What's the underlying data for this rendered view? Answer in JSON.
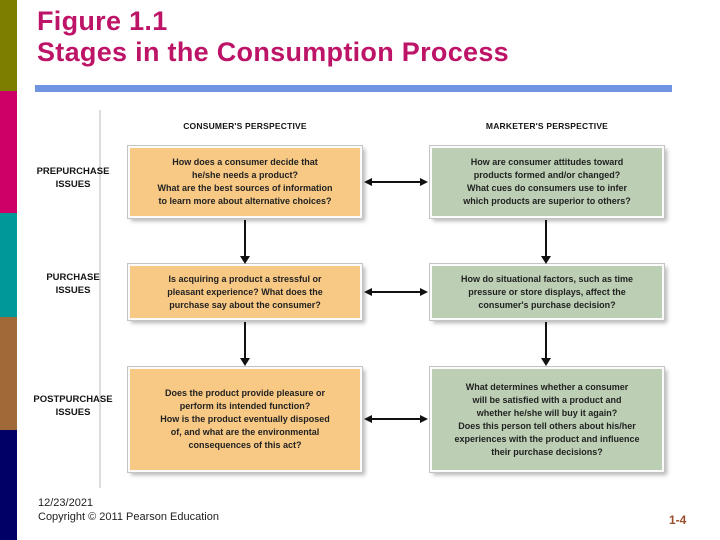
{
  "header": {
    "figure_number": "Figure 1.1",
    "title": "Stages in the Consumption Process",
    "title_color": "#be1467",
    "underline_color": "#6f95e2"
  },
  "sidebar": {
    "bar_colors": [
      "#7d7d00",
      "#cc0066",
      "#009999",
      "#a06a38",
      "#000066"
    ]
  },
  "figure": {
    "column_headers": {
      "consumer": "CONSUMER'S PERSPECTIVE",
      "marketer": "MARKETER'S PERSPECTIVE"
    },
    "row_labels": {
      "prepurchase": [
        "PREPURCHASE",
        "ISSUES"
      ],
      "purchase": [
        "PURCHASE",
        "ISSUES"
      ],
      "postpurchase": [
        "POSTPURCHASE",
        "ISSUES"
      ]
    },
    "consumer_box_color": "#f8c985",
    "marketer_box_color": "#bccfb4",
    "boxes": {
      "consumer_prepurchase": [
        "How does a consumer decide that",
        "he/she needs a product?",
        "What are the best sources of information",
        "to learn more about alternative choices?"
      ],
      "consumer_purchase": [
        "Is acquiring a product a stressful or",
        "pleasant experience? What does the",
        "purchase say about the consumer?"
      ],
      "consumer_postpurchase": [
        "Does the product provide pleasure or",
        "perform its intended function?",
        "How is the product eventually disposed",
        "of, and what are the environmental",
        "consequences of this act?"
      ],
      "marketer_prepurchase": [
        "How are consumer attitudes toward",
        "products formed and/or changed?",
        "What cues do consumers use to infer",
        "which products are superior to others?"
      ],
      "marketer_purchase": [
        "How do situational factors, such as time",
        "pressure or store displays, affect the",
        "consumer's purchase decision?"
      ],
      "marketer_postpurchase": [
        "What determines whether a consumer",
        "will be satisfied with a product and",
        "whether he/she will buy it again?",
        "Does this person tell others about his/her",
        "experiences with the product and influence",
        "their purchase decisions?"
      ]
    }
  },
  "footer": {
    "date": "12/23/2021",
    "copyright": "Copyright © 2011 Pearson Education",
    "page_number": "1-4"
  }
}
